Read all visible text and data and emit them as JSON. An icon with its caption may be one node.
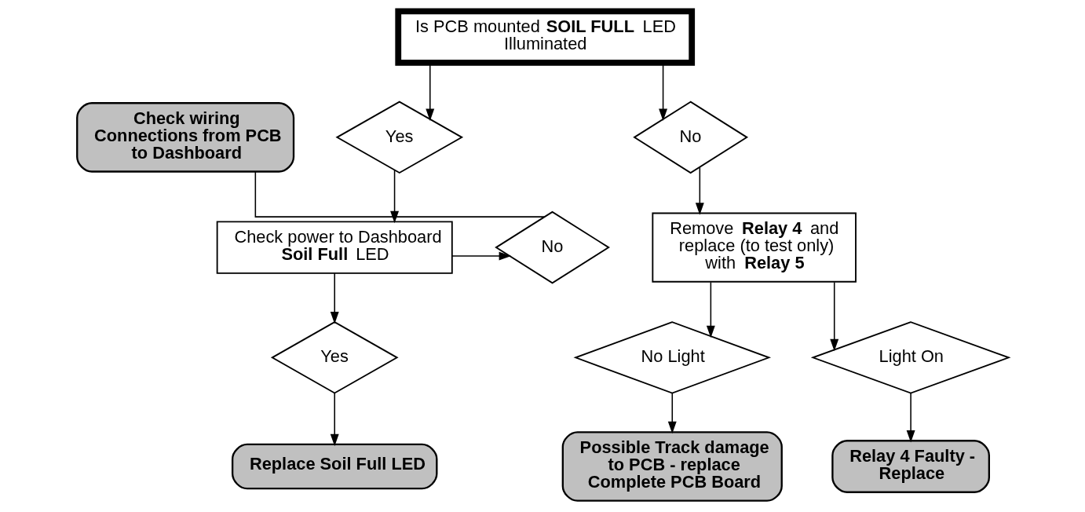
{
  "diagram": {
    "nodes": [
      {
        "text": [
          "Is PCB mounted **SOIL FULL** LED Illuminated"
        ]
      },
      {
        "text": [
          "Check wiring Connections from PCB to Dashboard"
        ]
      },
      {
        "text": [
          "Yes"
        ]
      },
      {
        "text": [
          "No"
        ]
      },
      {
        "text": [
          "No"
        ]
      },
      {
        "text": [
          "Check power to Dashboard **Soil Full** LED"
        ]
      },
      {
        "text": [
          "Remove **Relay 4** and replace (to test only) with **Relay 5**"
        ]
      },
      {
        "text": [
          "Yes"
        ]
      },
      {
        "text": [
          "No Light"
        ]
      },
      {
        "text": [
          "Light On"
        ]
      },
      {
        "text": [
          "Replace Soil Full LED"
        ]
      },
      {
        "text": [
          "Possible Track damage to PCB - replace Complete PCB Board"
        ]
      },
      {
        "text": [
          "Relay 4 Faulty - Replace"
        ]
      }
    ],
    "edges": [
      {
        "from": 0,
        "to": 2,
        "arrow": "to"
      },
      {
        "from": 0,
        "to": 3,
        "arrow": "to"
      },
      {
        "from": 2,
        "to": 5,
        "arrow": "to"
      },
      {
        "from": 3,
        "to": 6,
        "arrow": "to"
      },
      {
        "from": 5,
        "to": 4,
        "arrow": "to"
      },
      {
        "from": 4,
        "to": 1,
        "arrow": "none"
      },
      {
        "from": 5,
        "to": 7,
        "arrow": "to"
      },
      {
        "from": 7,
        "to": 10,
        "arrow": "to"
      },
      {
        "from": 6,
        "to": 8,
        "arrow": "to"
      },
      {
        "from": 6,
        "to": 9,
        "arrow": "to"
      },
      {
        "from": 8,
        "to": 11,
        "arrow": "to"
      },
      {
        "from": 9,
        "to": 12,
        "arrow": "to"
      }
    ]
  }
}
